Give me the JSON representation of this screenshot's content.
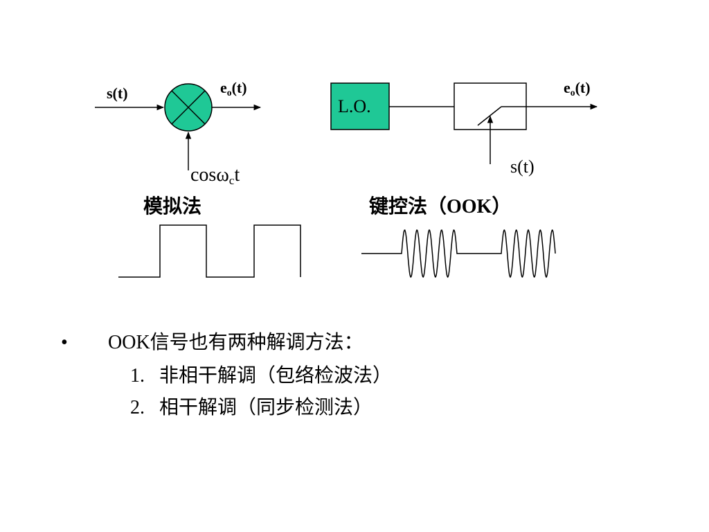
{
  "colors": {
    "mixer_fill": "#1fc896",
    "lo_fill": "#1fc896",
    "stroke": "#000000"
  },
  "analog": {
    "input_label": "s(t)",
    "output_label_main": "e",
    "output_label_sub": "o",
    "output_label_tail": "(t)",
    "carrier_label_main": "cosω",
    "carrier_label_sub": "c",
    "carrier_label_tail": "t",
    "caption": "模拟法",
    "mixer_icon": "multiplier-icon"
  },
  "keying": {
    "lo_label": "L.O.",
    "output_label_main": "e",
    "output_label_sub": "o",
    "output_label_tail": "(t)",
    "control_label": "s(t)",
    "caption": "键控法（OOK）",
    "switch_icon": "switch-icon"
  },
  "bullets": {
    "marker": "•",
    "main": "OOK信号也有两种解调方法：",
    "items": [
      {
        "num": "1.",
        "text": "非相干解调（包络检波法）"
      },
      {
        "num": "2.",
        "text": "相干解调（同步检测法）"
      }
    ]
  }
}
